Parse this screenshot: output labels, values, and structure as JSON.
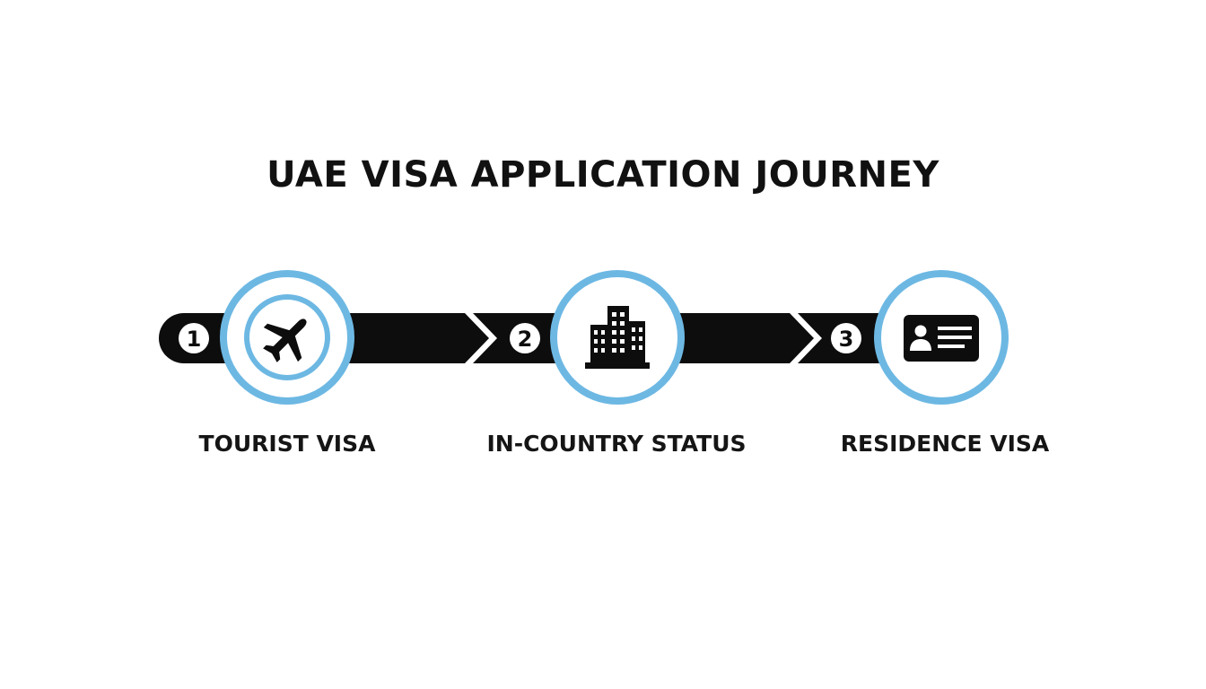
{
  "title": "UAE VISA APPLICATION JOURNEY",
  "colors": {
    "track": "#0d0d0d",
    "ring": "#6db8e3",
    "background": "#ffffff"
  },
  "steps": [
    {
      "number": "1",
      "label": "TOURIST VISA",
      "icon": "airplane-icon"
    },
    {
      "number": "2",
      "label": "IN-COUNTRY STATUS",
      "icon": "building-icon"
    },
    {
      "number": "3",
      "label": "RESIDENCE VISA",
      "icon": "id-card-icon"
    }
  ]
}
